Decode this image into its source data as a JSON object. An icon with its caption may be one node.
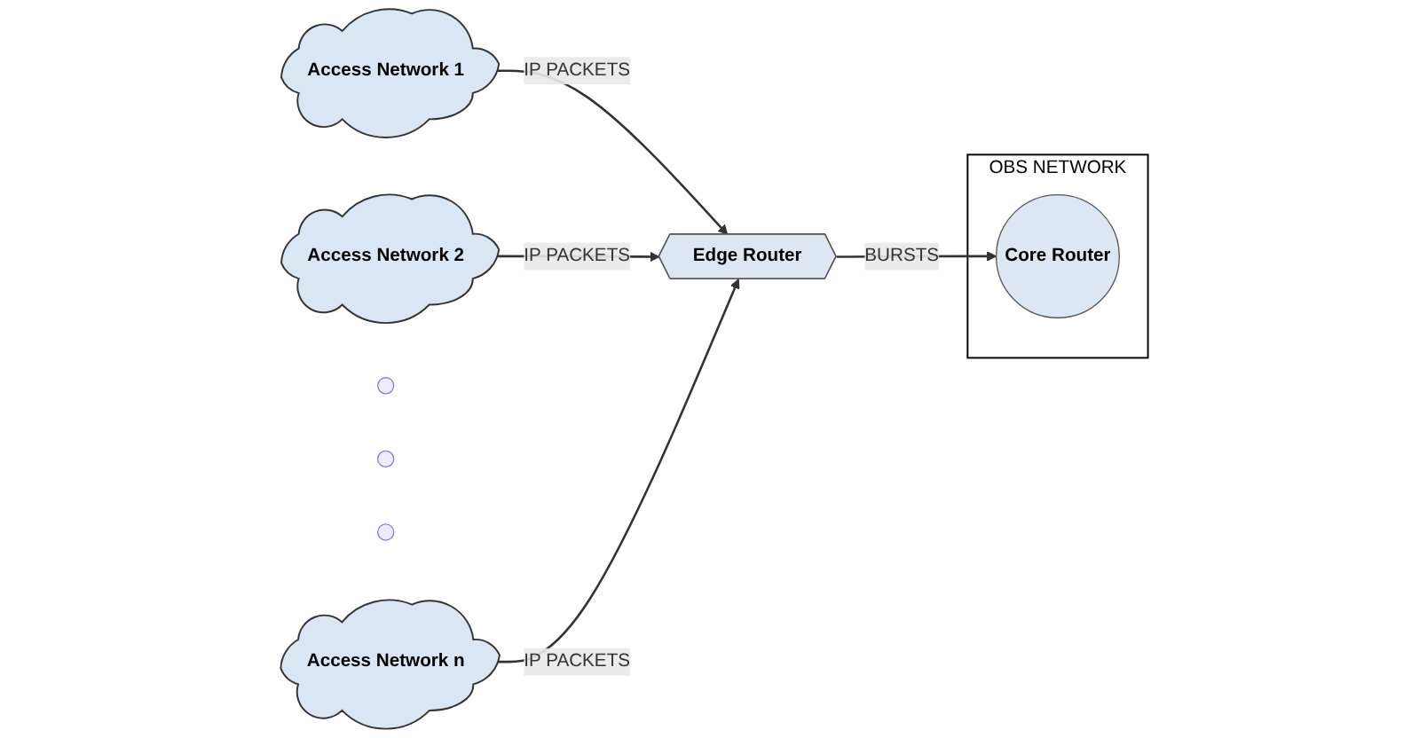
{
  "diagram": {
    "nodes": [
      {
        "text": [
          "Access Network 1"
        ]
      },
      {
        "text": [
          "Access Network 2"
        ]
      },
      {
        "text": [],
        "shape": "circle"
      },
      {
        "text": [],
        "shape": "circle"
      },
      {
        "text": [],
        "shape": "circle"
      },
      {
        "text": [
          "Access Network n"
        ]
      },
      {
        "text": [
          "Edge Router"
        ]
      },
      {
        "text": [
          "OBS NETWORK"
        ]
      },
      {
        "text": [
          "Core Router"
        ],
        "in": 7
      }
    ],
    "edges": [
      {
        "from": 0,
        "to": 6,
        "arrow": "to",
        "label": "IP PACKETS"
      },
      {
        "from": 1,
        "to": 6,
        "arrow": "to",
        "label": "IP PACKETS"
      },
      {
        "from": 5,
        "to": 6,
        "arrow": "to",
        "label": "IP PACKETS"
      },
      {
        "from": 6,
        "to": 8,
        "arrow": "to",
        "label": "BURSTS"
      }
    ]
  }
}
